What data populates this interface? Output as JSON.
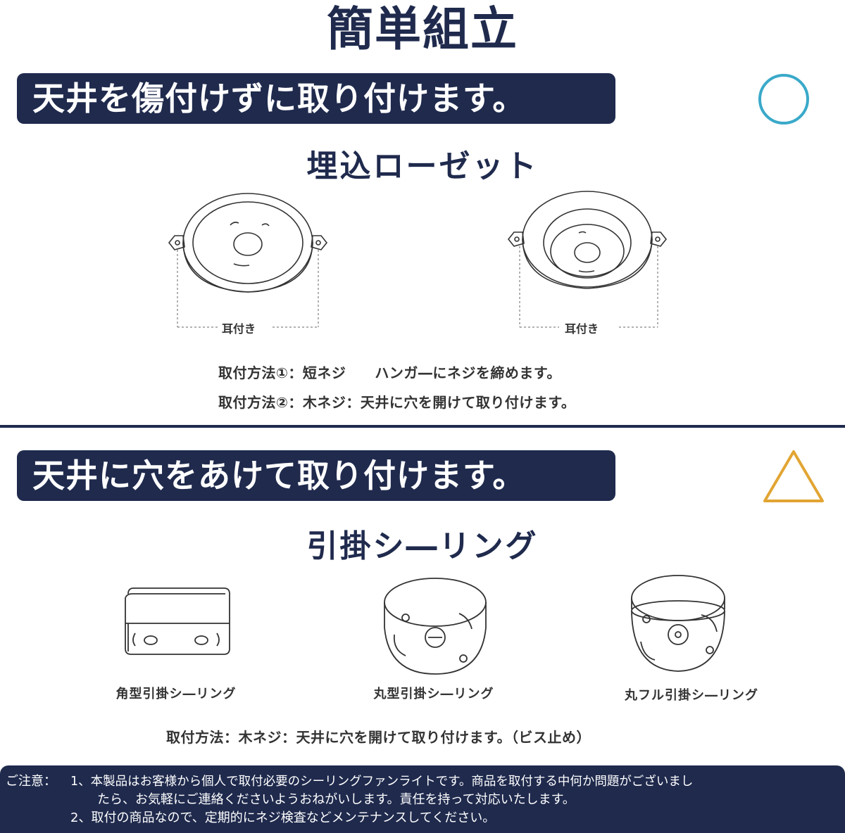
{
  "title": "簡単組立",
  "section1": {
    "banner": "天井を傷付けずに取り付けます。",
    "symbol": "circle",
    "symbol_color": "#3aa9c9",
    "product_title": "埋込ローゼット",
    "ear_label_left": "耳付き",
    "ear_label_right": "耳付き",
    "method1": "取付方法①：短ネジ　　ハンガ―にネジを締めます。",
    "method2": "取付方法②：木ネジ：天井に穴を開けて取り付けます。"
  },
  "section2": {
    "banner": "天井に穴をあけて取り付けます。",
    "symbol": "triangle",
    "symbol_color": "#e2a533",
    "product_title": "引掛シ―リング",
    "items": [
      {
        "label": "角型引掛シ―リング"
      },
      {
        "label": "丸型引掛シ―リング"
      },
      {
        "label": "丸フル引掛シ―リング"
      }
    ],
    "method": "取付方法：木ネジ：天井に穴を開けて取り付けます。（ビス止め）"
  },
  "notice": {
    "prefix": "ご注意：",
    "line1": "1、本製品はお客様から個人で取付必要のシーリングファンライトです。商品を取付する中何か問題がございまし",
    "line2": "たら、お気軽にご連絡くださいようおねがいします。責任を持って対応いたします。",
    "line3": "2、取付の商品なので、定期的にネジ検査などメンテナンスしてください。"
  },
  "colors": {
    "navy": "#1f2a4d",
    "text": "#333333"
  }
}
